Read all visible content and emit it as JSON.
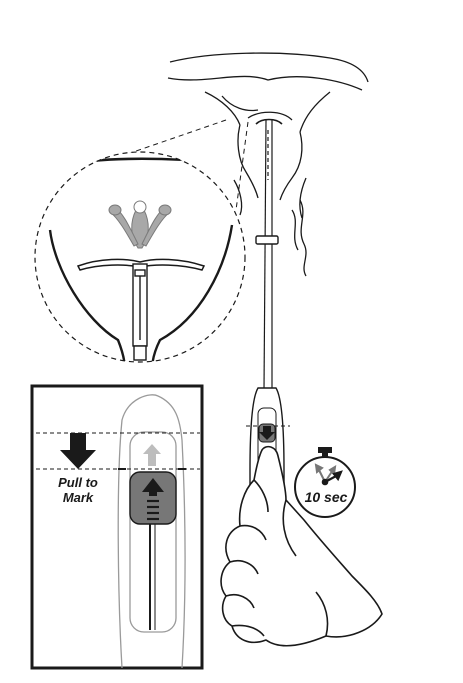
{
  "instruction": {
    "pull_line1": "Pull to",
    "pull_line2": "Mark",
    "timer": "10 sec"
  },
  "colors": {
    "ink": "#1a1a1a",
    "slider": "#777777",
    "arrow_light": "#bdbdbd",
    "iud_arms": "#a8a8a8"
  }
}
